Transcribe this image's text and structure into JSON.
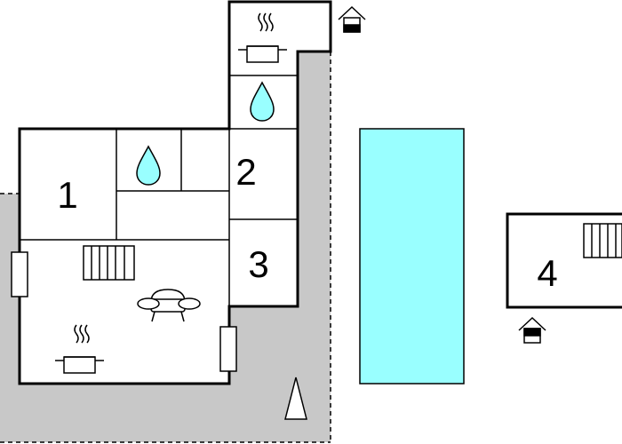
{
  "rooms": [
    {
      "id": "1",
      "label": "1"
    },
    {
      "id": "2",
      "label": "2"
    },
    {
      "id": "3",
      "label": "3"
    },
    {
      "id": "4",
      "label": "4"
    }
  ],
  "colors": {
    "terrace": "#c8c8c8",
    "pool": "#99ffff",
    "water_drop": "#99ffff",
    "wall": "#000000",
    "floor": "#ffffff"
  },
  "icons": [
    "kitchen-icon",
    "bathroom-icon",
    "fireplace-icon",
    "sofa-icon",
    "entrance-icon",
    "north-arrow-icon"
  ]
}
